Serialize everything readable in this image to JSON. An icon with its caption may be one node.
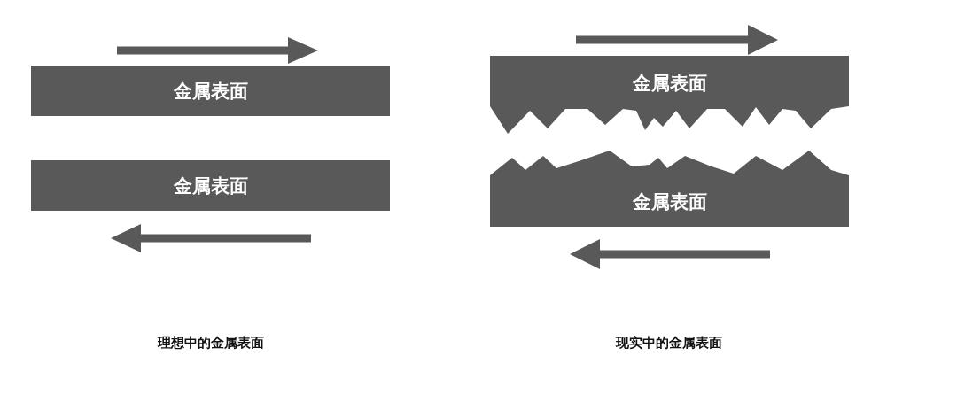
{
  "diagram": {
    "nodes": [
      {
        "text": [
          "金属表面"
        ]
      },
      {
        "text": [
          "金属表面"
        ]
      },
      {
        "text": [
          "金属表面"
        ]
      },
      {
        "text": [
          "金属表面"
        ]
      }
    ],
    "labels": [
      "理想中的金属表面",
      "现实中的金属表面"
    ]
  }
}
